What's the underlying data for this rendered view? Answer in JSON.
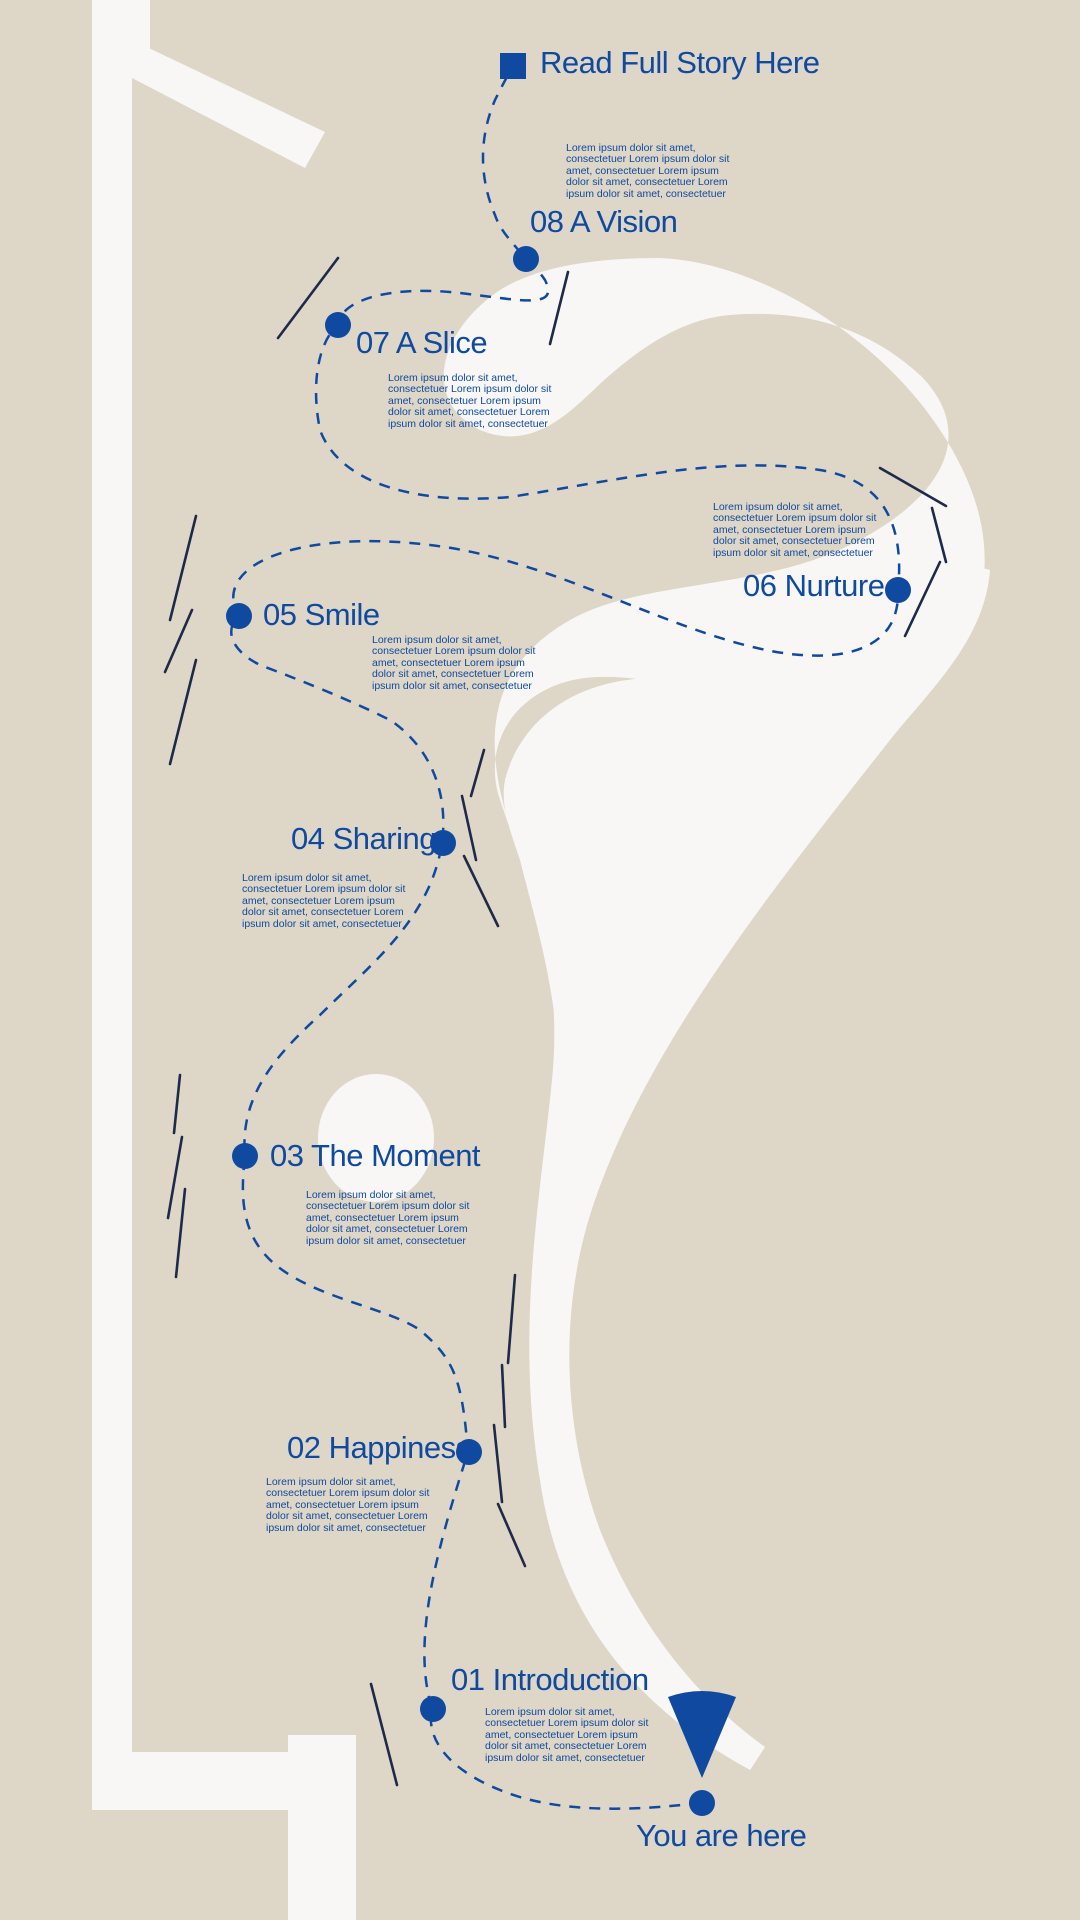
{
  "colors": {
    "background": "#ded6c6",
    "road": "#f8f7f5",
    "accent": "#0f4aa0",
    "stroke": "#1f2a4a"
  },
  "top_link": {
    "icon": "square-icon",
    "label": "Read Full Story Here"
  },
  "you_are_here": {
    "icon": "location-pin-icon",
    "label": "You are here"
  },
  "lorem": "Lorem ipsum dolor sit amet, consectetuer Lorem ipsum dolor sit amet, consectetuer Lorem ipsum dolor sit amet, consectetuer Lorem ipsum dolor sit amet, consectetuer",
  "steps": [
    {
      "label": "01 Introduction",
      "text": "Lorem ipsum dolor sit amet, consectetuer Lorem ipsum dolor sit amet, consectetuer Lorem ipsum dolor sit amet, consectetuer Lorem ipsum dolor sit amet, consectetuer"
    },
    {
      "label": "02 Happiness",
      "text": "Lorem ipsum dolor sit amet, consectetuer Lorem ipsum dolor sit amet, consectetuer Lorem ipsum dolor sit amet, consectetuer Lorem ipsum dolor sit amet, consectetuer"
    },
    {
      "label": "03 The Moment",
      "text": "Lorem ipsum dolor sit amet, consectetuer Lorem ipsum dolor sit amet, consectetuer Lorem ipsum dolor sit amet, consectetuer Lorem ipsum dolor sit amet, consectetuer"
    },
    {
      "label": "04 Sharing",
      "text": "Lorem ipsum dolor sit amet, consectetuer Lorem ipsum dolor sit amet, consectetuer Lorem ipsum dolor sit amet, consectetuer Lorem ipsum dolor sit amet, consectetuer"
    },
    {
      "label": "05 Smile",
      "text": "Lorem ipsum dolor sit amet, consectetuer Lorem ipsum dolor sit amet, consectetuer Lorem ipsum dolor sit amet, consectetuer Lorem ipsum dolor sit amet, consectetuer"
    },
    {
      "label": "06 Nurture",
      "text": "Lorem ipsum dolor sit amet, consectetuer Lorem ipsum dolor sit amet, consectetuer Lorem ipsum dolor sit amet, consectetuer Lorem ipsum dolor sit amet, consectetuer"
    },
    {
      "label": "07 A Slice",
      "text": "Lorem ipsum dolor sit amet, consectetuer Lorem ipsum dolor sit amet, consectetuer Lorem ipsum dolor sit amet, consectetuer Lorem ipsum dolor sit amet, consectetuer"
    },
    {
      "label": "08 A Vision",
      "text": "Lorem ipsum dolor sit amet, consectetuer Lorem ipsum dolor sit amet, consectetuer Lorem ipsum dolor sit amet, consectetuer Lorem ipsum dolor sit amet, consectetuer"
    }
  ]
}
